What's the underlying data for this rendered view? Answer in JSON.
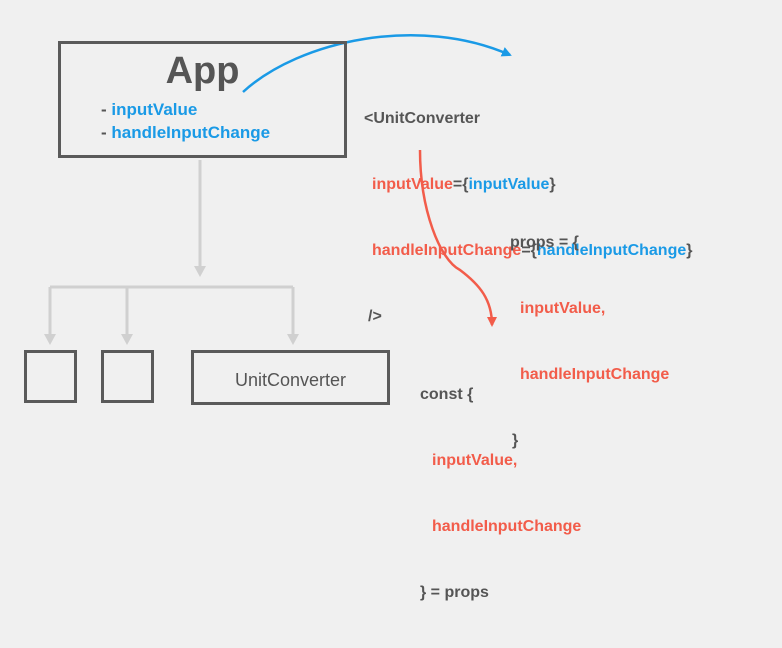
{
  "app": {
    "title": "App",
    "props": [
      {
        "dash": "- ",
        "name": "inputValue"
      },
      {
        "dash": "- ",
        "name": "handleInputChange"
      }
    ]
  },
  "jsx": {
    "open": "<UnitConverter",
    "attrs": [
      {
        "name": "inputValue",
        "eq": "={",
        "value": "inputValue",
        "close": "}"
      },
      {
        "name": "handleInputChange",
        "eq": "={",
        "value": "handleInputChange",
        "close": "}"
      }
    ],
    "close": "/>"
  },
  "props_block": {
    "open": "props = {",
    "items": [
      "inputValue,",
      "handleInputChange"
    ],
    "close": "}"
  },
  "destructure": {
    "open": "const {",
    "items": [
      "inputValue,",
      "handleInputChange"
    ],
    "close": "} = props"
  },
  "children": {
    "unit_converter": "UnitConverter"
  },
  "colors": {
    "background": "#f0f0f0",
    "box": "#5a5a5a",
    "text": "#555555",
    "blue": "#1a9ae6",
    "red": "#f25c4a",
    "tree": "#d0d0d0"
  }
}
